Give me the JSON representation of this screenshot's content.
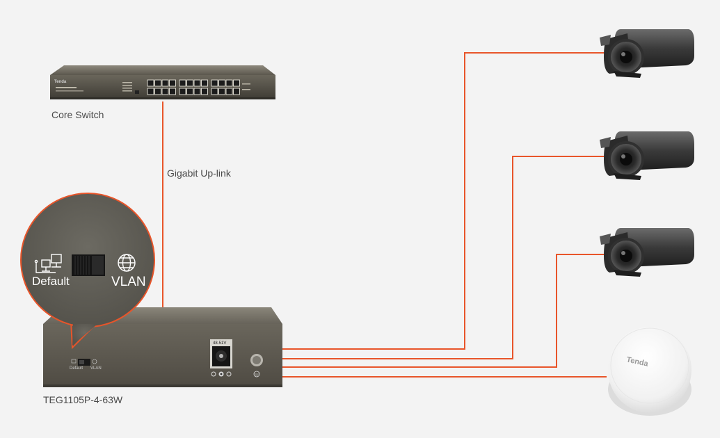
{
  "labels": {
    "core_switch": "Core Switch",
    "uplink": "Gigabit Up-link",
    "poe_switch_model": "TEG1105P-4-63W"
  },
  "dip_switch": {
    "left_label": "Default",
    "right_label": "VLAN"
  },
  "device_text": {
    "core_brand": "Tenda",
    "power_rating": "48-51V",
    "ap_brand": "Tenda"
  },
  "colors": {
    "link": "#e8552a",
    "background": "#f3f3f3",
    "device_body": "#5e5a4f"
  },
  "icons": [
    "network-computer-icon",
    "globe-icon",
    "ground-icon",
    "power-jack-icon"
  ]
}
